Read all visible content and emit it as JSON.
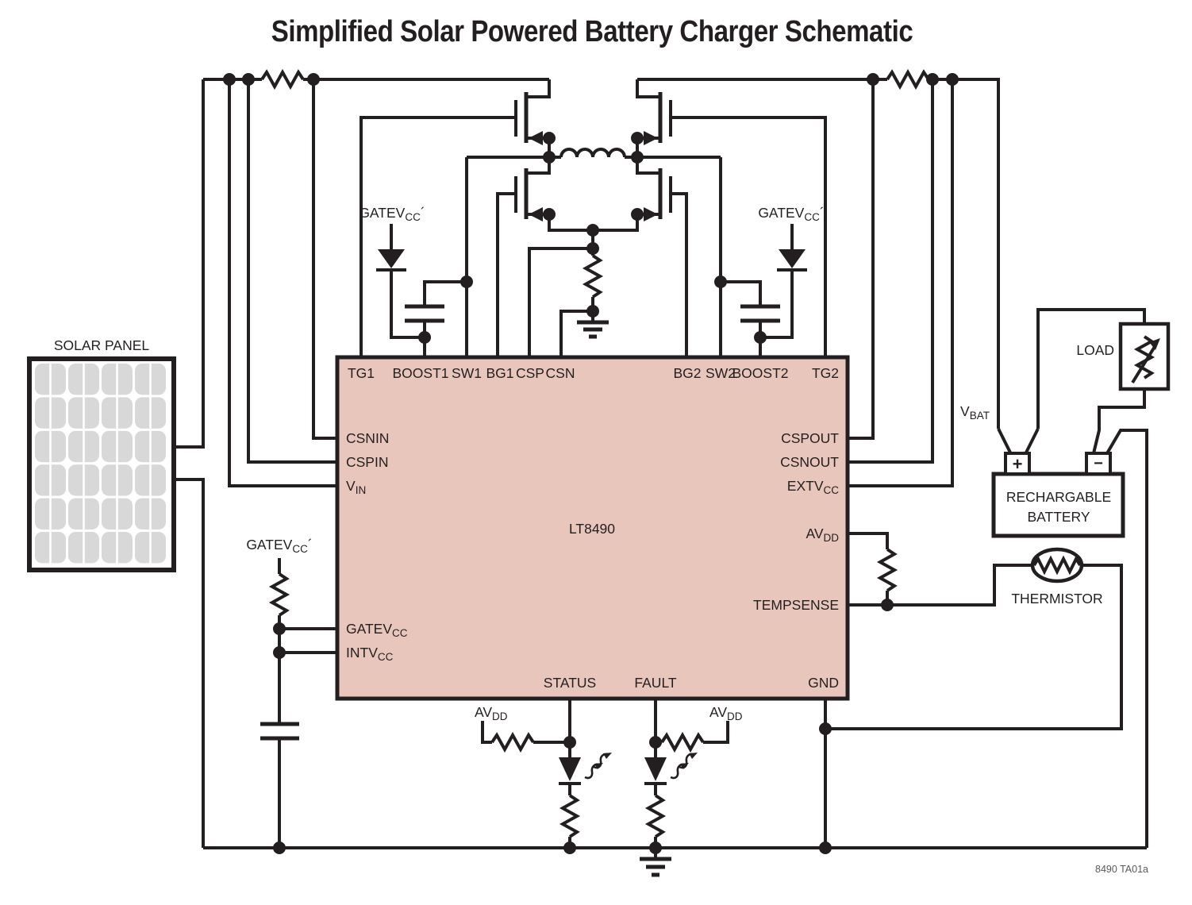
{
  "title": "Simplified Solar Powered Battery Charger Schematic",
  "colors": {
    "line": "#231f20",
    "chip_fill": "#e9c6bc",
    "panel_cell": "#d8d8d8",
    "doc_gray": "#58595b"
  },
  "solar": {
    "label": "SOLAR PANEL"
  },
  "chip": {
    "name": "LT8490",
    "pins": {
      "top": [
        "TG1",
        "BOOST1",
        "SW1",
        "BG1",
        "CSP",
        "CSN",
        "BG2",
        "SW2",
        "BOOST2",
        "TG2"
      ],
      "left": [
        {
          "t": "CSNIN",
          "s": ""
        },
        {
          "t": "CSPIN",
          "s": ""
        },
        {
          "t": "V",
          "s": "IN"
        },
        {
          "t": "GATEV",
          "s": "CC"
        },
        {
          "t": "INTV",
          "s": "CC"
        }
      ],
      "right": [
        {
          "t": "CSPOUT",
          "s": ""
        },
        {
          "t": "CSNOUT",
          "s": ""
        },
        {
          "t": "EXTV",
          "s": "CC"
        },
        {
          "t": "AV",
          "s": "DD"
        },
        {
          "t": "TEMPSENSE",
          "s": ""
        },
        {
          "t": "GND",
          "s": ""
        }
      ],
      "bottom": [
        "STATUS",
        "FAULT"
      ]
    }
  },
  "labels": {
    "gatevcc_prime": {
      "t": "GATEV",
      "s": "CC",
      "x": "´"
    },
    "avdd": {
      "t": "AV",
      "s": "DD"
    },
    "vbat": {
      "t": "V",
      "s": "BAT"
    },
    "load": "LOAD",
    "battery": {
      "line1": "RECHARGABLE",
      "line2": "BATTERY"
    },
    "thermistor": "THERMISTOR",
    "plus": "+",
    "minus": "−",
    "docnum": "8490 TA01a"
  }
}
